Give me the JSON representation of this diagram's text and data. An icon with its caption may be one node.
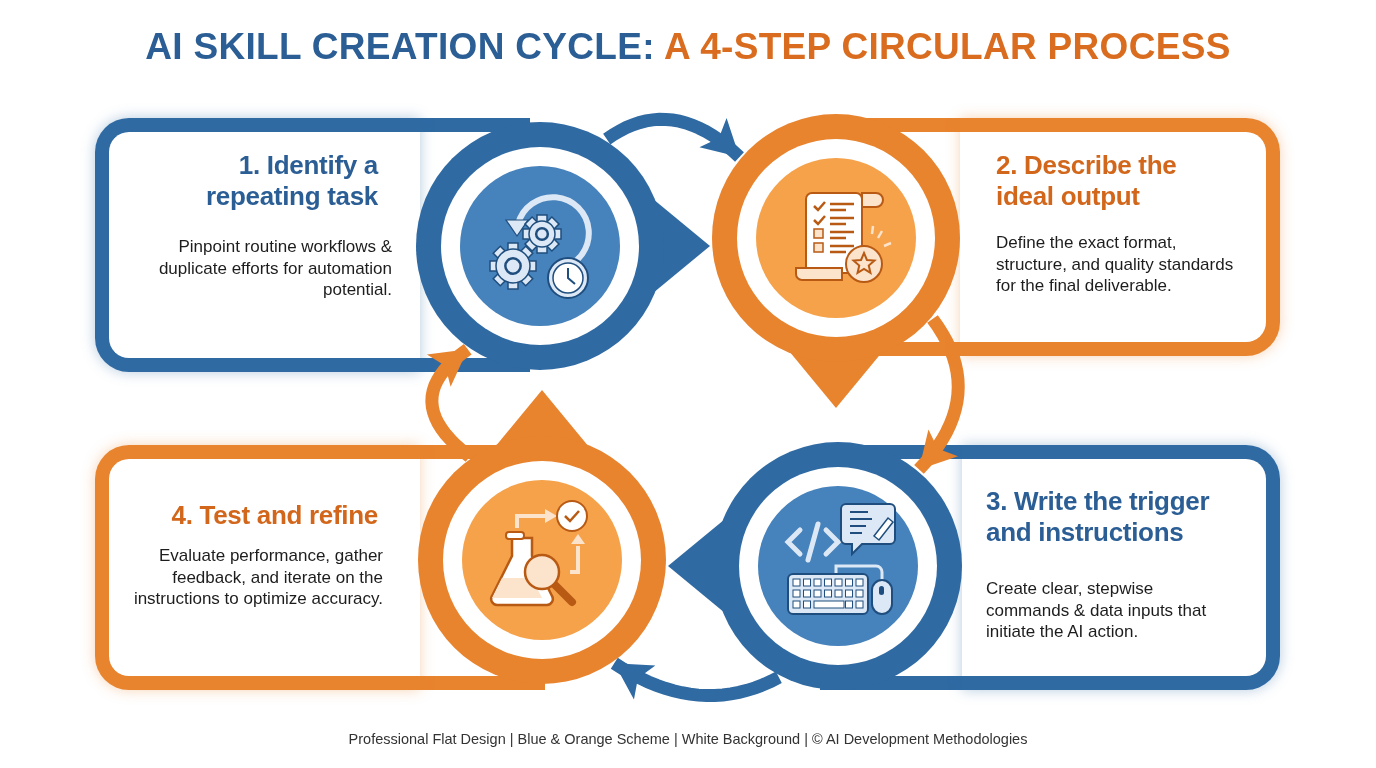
{
  "diagram": {
    "title": "AI SKILL CREATION CYCLE: *A 4-STEP CIRCULAR PROCESS*",
    "caption": "Professional Flat Design | Blue & Orange Scheme | White Background | © AI Development Methodologies",
    "nodes": [
      {
        "text": [
          "1. Identify a repeating task",
          "Pinpoint routine workflows & duplicate efforts for automation potential."
        ]
      },
      {
        "text": [
          "2. Describe the ideal output",
          "Define the exact format, structure, and quality standards for the final deliverable."
        ]
      },
      {
        "text": [
          "3. Write the trigger and instructions",
          "Create clear, stepwise commands & data inputs that initiate the AI action."
        ]
      },
      {
        "text": [
          "4. Test and refine",
          "Evaluate performance, gather feedback, and iterate on the instructions to optimize accuracy."
        ]
      },
      {
        "text": [],
        "shape": "circle"
      },
      {
        "text": [],
        "shape": "circle"
      },
      {
        "text": [],
        "shape": "circle"
      },
      {
        "text": [],
        "shape": "circle"
      }
    ],
    "edges": [
      {
        "from": 4,
        "to": 5,
        "arrow": "to",
        "color": "#2f6aa3"
      },
      {
        "from": 5,
        "to": 6,
        "arrow": "to",
        "color": "#e8832e"
      },
      {
        "from": 6,
        "to": 7,
        "arrow": "to",
        "color": "#2f6aa3"
      },
      {
        "from": 7,
        "to": 4,
        "arrow": "to",
        "color": "#e8832e"
      }
    ]
  }
}
